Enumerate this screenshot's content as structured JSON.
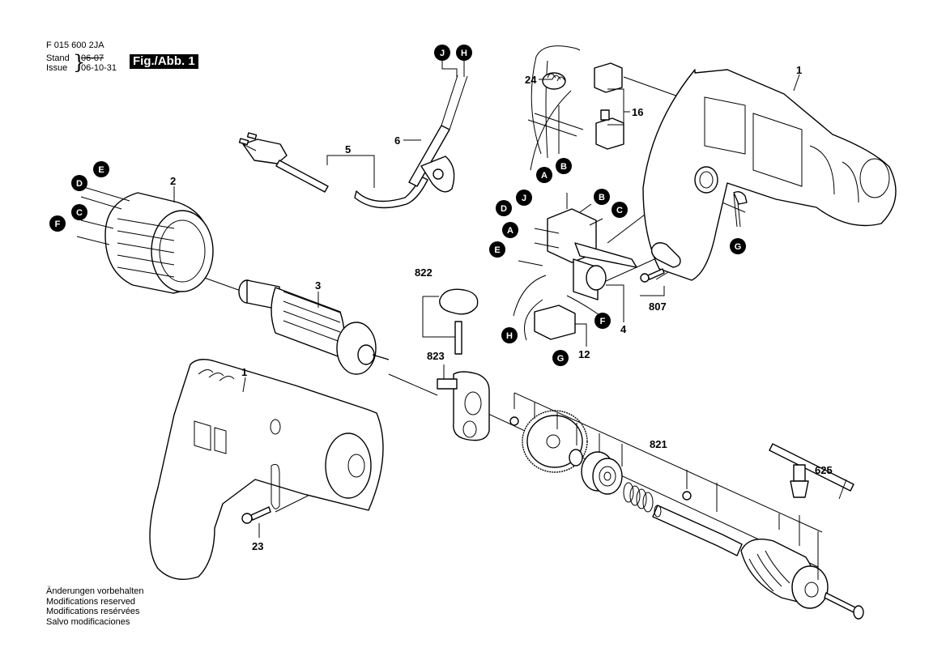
{
  "header": {
    "doc_number": "F 015 600 2JA",
    "stand_label": "Stand",
    "issue_label": "Issue",
    "stand_date": "06-07",
    "issue_date": "06-10-31",
    "figure_label": "Fig./Abb. 1"
  },
  "footer_notes": [
    "Änderungen vorbehalten",
    "Modifications reserved",
    "Modifications resérvées",
    "Salvo modificaciones"
  ],
  "part_labels": {
    "housing_right": "1",
    "housing_left": "1",
    "field": "2",
    "armature": "3",
    "switch": "4",
    "plug_cable": "5",
    "cable_guard": "6",
    "suppressor": "12",
    "brushes": "16",
    "screw_housing": "23",
    "choke": "24",
    "chuck_key": "625",
    "cable_clamp": "807",
    "gear_set": "821",
    "selector_knob": "822",
    "selector_plate": "823"
  },
  "wire_connectors": {
    "J_top": "J",
    "H_top": "H",
    "E_field": "E",
    "D_field": "D",
    "C_field": "C",
    "F_field": "F",
    "A_choke": "A",
    "B_choke": "B",
    "D_sw": "D",
    "J_sw": "J",
    "B_sw": "B",
    "C_sw": "C",
    "A_sw": "A",
    "E_sw": "E",
    "H_sw": "H",
    "F_sw": "F",
    "G_sw": "G",
    "G_housing": "G"
  }
}
